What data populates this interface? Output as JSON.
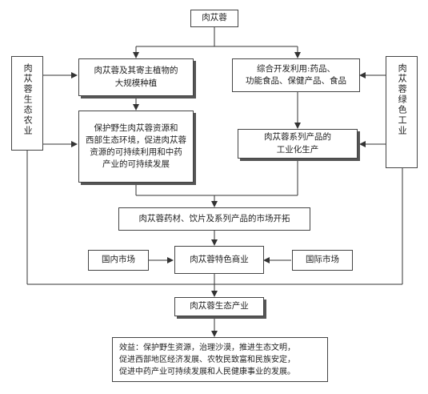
{
  "nodes": {
    "top": "肉苁蓉",
    "planting": "肉苁蓉及其寄主植物的\n大规模种植",
    "develop": "综合开发利用:药品、\n功能食品、保健产品、食品",
    "protect": "保护野生肉苁蓉资源和\n西部生态环境，促进肉苁蓉\n资源的可持续利用和中药\n产业的可持续发展",
    "industrial": "肉苁蓉系列产品的\n工业化生产",
    "market_dev": "肉苁蓉药材、饮片及系列产品的市场开拓",
    "domestic": "国内市场",
    "commerce": "肉苁蓉特色商业",
    "international": "国际市场",
    "eco_industry": "肉苁蓉生态产业",
    "benefit": "效益：保护野生资源，治理沙漠，推进生态文明，\n促进西部地区经济发展、农牧民致富和民族安定，\n促进中药产业可持续发展和人民健康事业的发展。"
  },
  "side": {
    "left": "肉苁蓉生态农业",
    "right": "肉苁蓉绿色工业"
  },
  "colors": {
    "line": "#333333",
    "border": "#444444",
    "shadow": "#555555"
  }
}
